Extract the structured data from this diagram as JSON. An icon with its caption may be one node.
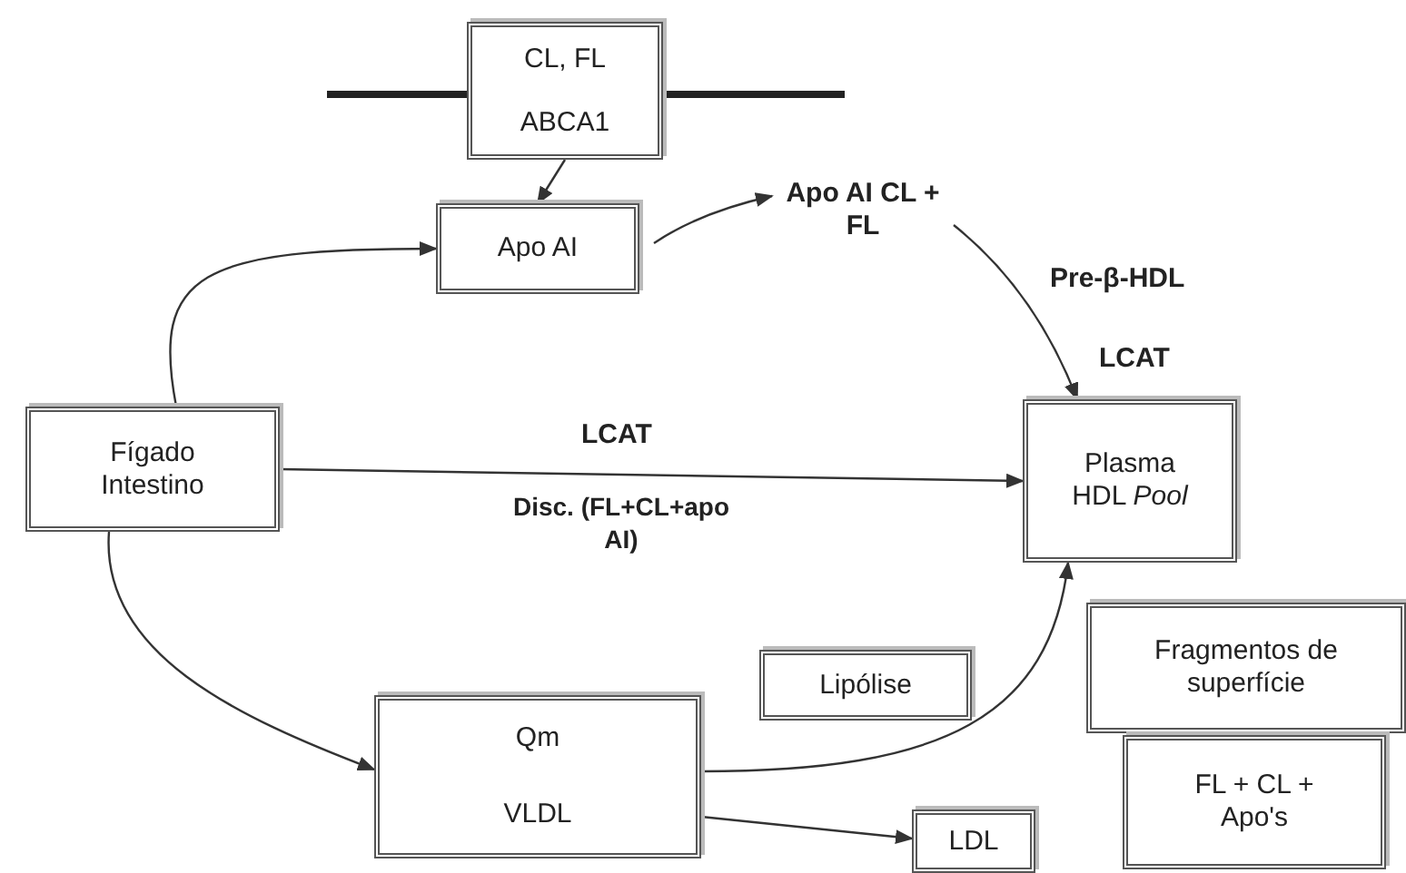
{
  "diagram": {
    "nodes": [
      {
        "text": [
          "CL, FL",
          "ABCA1"
        ]
      },
      {
        "text": [
          "Apo AI"
        ]
      },
      {
        "text": [
          "Fígado Intestino"
        ]
      },
      {
        "text": [
          "Plasma HDL *Pool*"
        ]
      },
      {
        "text": [
          "Qm",
          "VLDL"
        ]
      },
      {
        "text": [
          "Lipólise"
        ]
      },
      {
        "text": [
          "Fragmentos de superfície"
        ]
      },
      {
        "text": [
          "FL + CL + Apo's"
        ]
      },
      {
        "text": [
          "LDL"
        ]
      },
      {
        "text": [
          "Apo AI CL + FL"
        ]
      }
    ],
    "edges": [
      {
        "from": 0,
        "to": 1,
        "arrow": "to"
      },
      {
        "from": 2,
        "to": 1,
        "arrow": "to"
      },
      {
        "from": 1,
        "to": 9,
        "arrow": "to"
      },
      {
        "from": 9,
        "to": 3,
        "arrow": "to"
      },
      {
        "from": 2,
        "to": 3,
        "arrow": "to",
        "label": "LCAT"
      },
      {
        "from": 2,
        "to": 4,
        "arrow": "to"
      },
      {
        "from": 4,
        "to": 3,
        "arrow": "to"
      },
      {
        "from": 4,
        "to": 8,
        "arrow": "to"
      }
    ],
    "labels": [
      "Pre-β-HDL",
      "LCAT",
      "Disc. (FL+CL+apo AI)"
    ]
  }
}
